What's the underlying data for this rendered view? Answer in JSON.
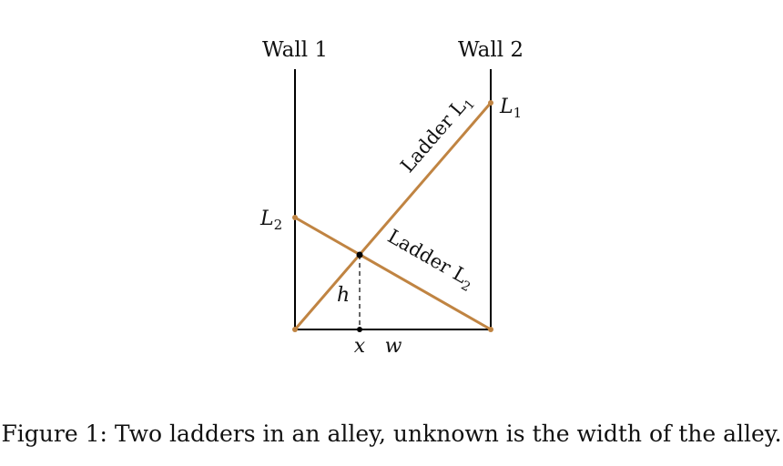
{
  "labels": {
    "wall1": "Wall 1",
    "wall2": "Wall 2",
    "ladder1": "Ladder L",
    "ladder1_sub": "1",
    "ladder2": "Ladder L",
    "ladder2_sub": "2",
    "end1": "L",
    "end1_sub": "1",
    "end2": "L",
    "end2_sub": "2",
    "h": "h",
    "x": "x",
    "w": "w"
  },
  "colors": {
    "ladder": "#c08442",
    "line": "#000000"
  },
  "caption": "Figure 1: Two ladders in an alley, unknown is the width of the alley."
}
